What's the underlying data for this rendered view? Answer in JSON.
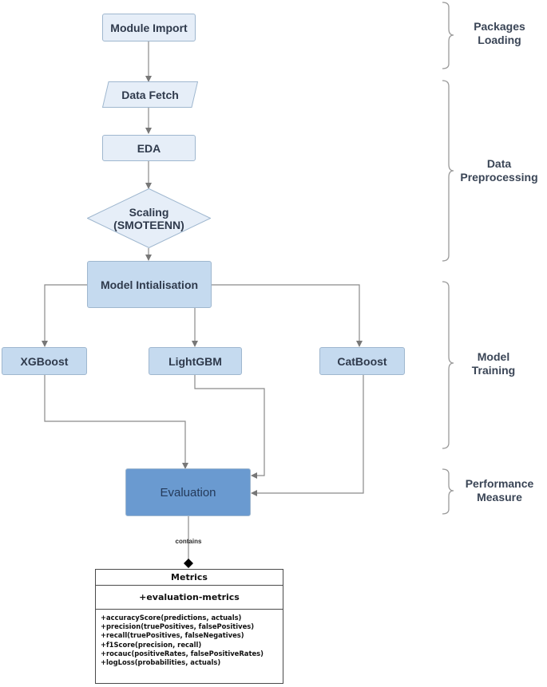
{
  "nodes": {
    "module_import": "Module Import",
    "data_fetch": "Data Fetch",
    "eda": "EDA",
    "scaling": "Scaling\n(SMOTEENN)",
    "model_init": "Model Intialisation",
    "xgboost": "XGBoost",
    "lightgbm": "LightGBM",
    "catboost": "CatBoost",
    "evaluation": "Evaluation"
  },
  "phases": {
    "packages": [
      "Packages",
      "Loading"
    ],
    "preprocessing": [
      "Data",
      "Preprocessing"
    ],
    "training": [
      "Model",
      "Training"
    ],
    "performance": [
      "Performance",
      "Measure"
    ]
  },
  "relation_label": "contains",
  "metrics_class": {
    "title": "Metrics",
    "attribute": "+evaluation-metrics",
    "methods": [
      "+accuracyScore(predictions, actuals)",
      "+precision(truePositives, falsePositives)",
      "+recall(truePositives, falseNegatives)",
      "+f1Score(precision, recall)",
      "+rocauc(positiveRates, falsePositiveRates)",
      "+logLoss(probabilities, actuals)"
    ]
  },
  "colors": {
    "light_fill": "#e6eef8",
    "mid_fill": "#c5daef",
    "dark_fill": "#6a9ad0",
    "connector": "#8a8a8a"
  }
}
